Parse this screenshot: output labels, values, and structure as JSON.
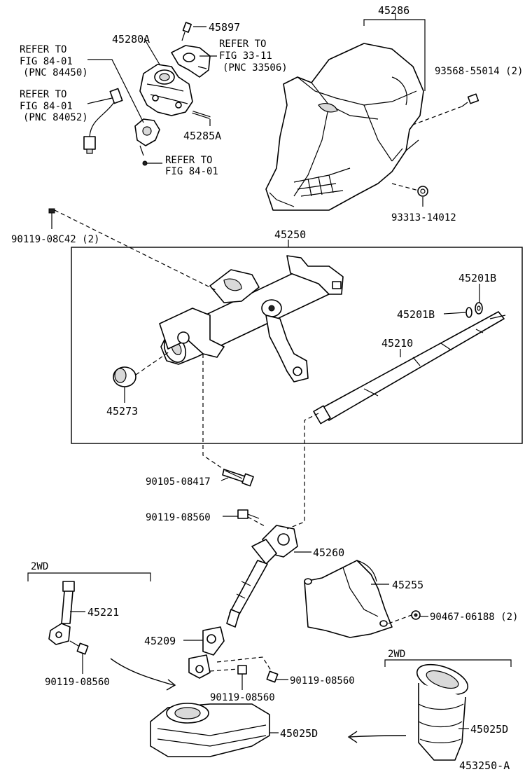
{
  "parts": {
    "p45286": "45286",
    "p45897": "45897",
    "p45280A": "45280A",
    "p45285A": "45285A",
    "p93568": "93568-55014 (2)",
    "p93313": "93313-14012",
    "p90119_08C42": "90119-08C42 (2)",
    "p45250": "45250",
    "p45201B_a": "45201B",
    "p45201B_b": "45201B",
    "p45210": "45210",
    "p45273": "45273",
    "p90105": "90105-08417",
    "p90119_a": "90119-08560",
    "p45260": "45260",
    "p45255": "45255",
    "p90467": "90467-06188 (2)",
    "p45221": "45221",
    "p90119_b": "90119-08560",
    "p45209": "45209",
    "p90119_c": "90119-08560",
    "p90119_d": "90119-08560",
    "p45025D_a": "45025D",
    "p45025D_b": "45025D",
    "p2wd_a": "2WD",
    "p2wd_b": "2WD"
  },
  "refs": {
    "ref1": {
      "l1": "REFER TO",
      "l2": "FIG 84-01",
      "l3": "(PNC 84450)"
    },
    "ref2": {
      "l1": "REFER TO",
      "l2": "FIG 84-01",
      "l3": "(PNC 84052)"
    },
    "ref3": {
      "l1": "REFER TO",
      "l2": "FIG 33-11",
      "l3": "(PNC 33506)"
    },
    "ref4": {
      "l1": "REFER TO",
      "l2": "FIG 84-01"
    }
  },
  "footer": {
    "code": "453250-A"
  }
}
